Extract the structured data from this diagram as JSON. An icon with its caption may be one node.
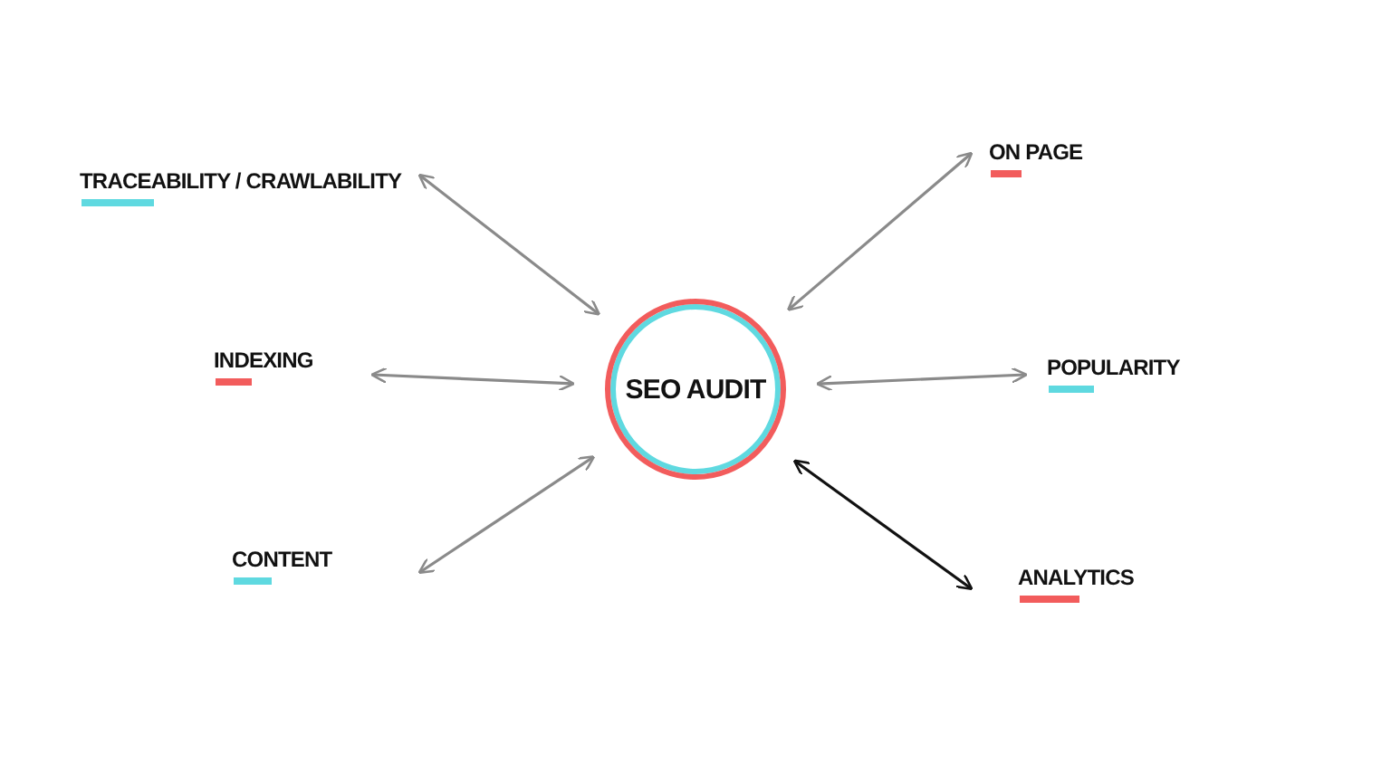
{
  "diagram": {
    "nodes": [
      {
        "text": [
          "SEO AUDIT"
        ]
      },
      {
        "text": [
          "TRACEABILITY / CRAWLABILITY"
        ]
      },
      {
        "text": [
          "ON PAGE"
        ]
      },
      {
        "text": [
          "INDEXING"
        ]
      },
      {
        "text": [
          "POPULARITY"
        ]
      },
      {
        "text": [
          "CONTENT"
        ]
      },
      {
        "text": [
          "ANALYTICS"
        ]
      }
    ],
    "edges": [
      {
        "from": 0,
        "to": 1,
        "arrow": "both"
      },
      {
        "from": 0,
        "to": 2,
        "arrow": "both"
      },
      {
        "from": 0,
        "to": 3,
        "arrow": "both"
      },
      {
        "from": 0,
        "to": 4,
        "arrow": "both"
      },
      {
        "from": 0,
        "to": 5,
        "arrow": "both"
      },
      {
        "from": 0,
        "to": 6,
        "arrow": "both",
        "color": "#111111"
      }
    ]
  }
}
